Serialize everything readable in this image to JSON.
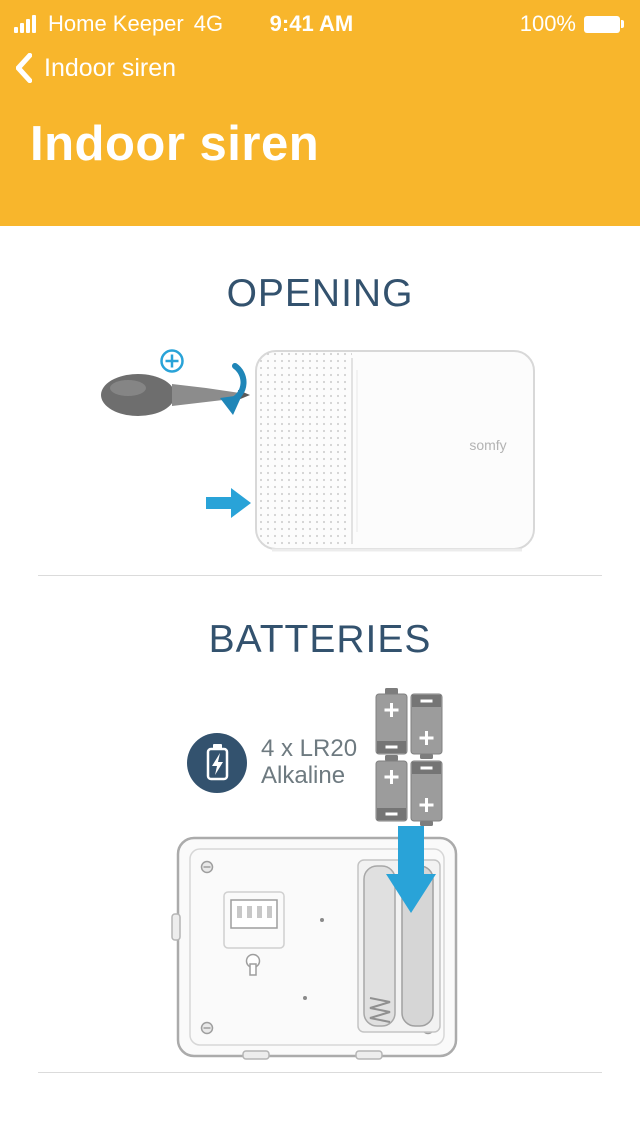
{
  "colors": {
    "header_bg": "#F8B62C",
    "heading_text": "#33526E",
    "accent_blue": "#29A3D8",
    "body_text": "#6E7A80"
  },
  "status_bar": {
    "carrier": "Home Keeper",
    "network": "4G",
    "time": "9:41 AM",
    "battery_level": "100%"
  },
  "nav": {
    "back_label": "Indoor siren"
  },
  "page": {
    "title": "Indoor siren"
  },
  "opening": {
    "heading": "OPENING",
    "brand": "somfy"
  },
  "batteries": {
    "heading": "BATTERIES",
    "spec_line1": "4 x LR20",
    "spec_line2": "Alkaline"
  }
}
